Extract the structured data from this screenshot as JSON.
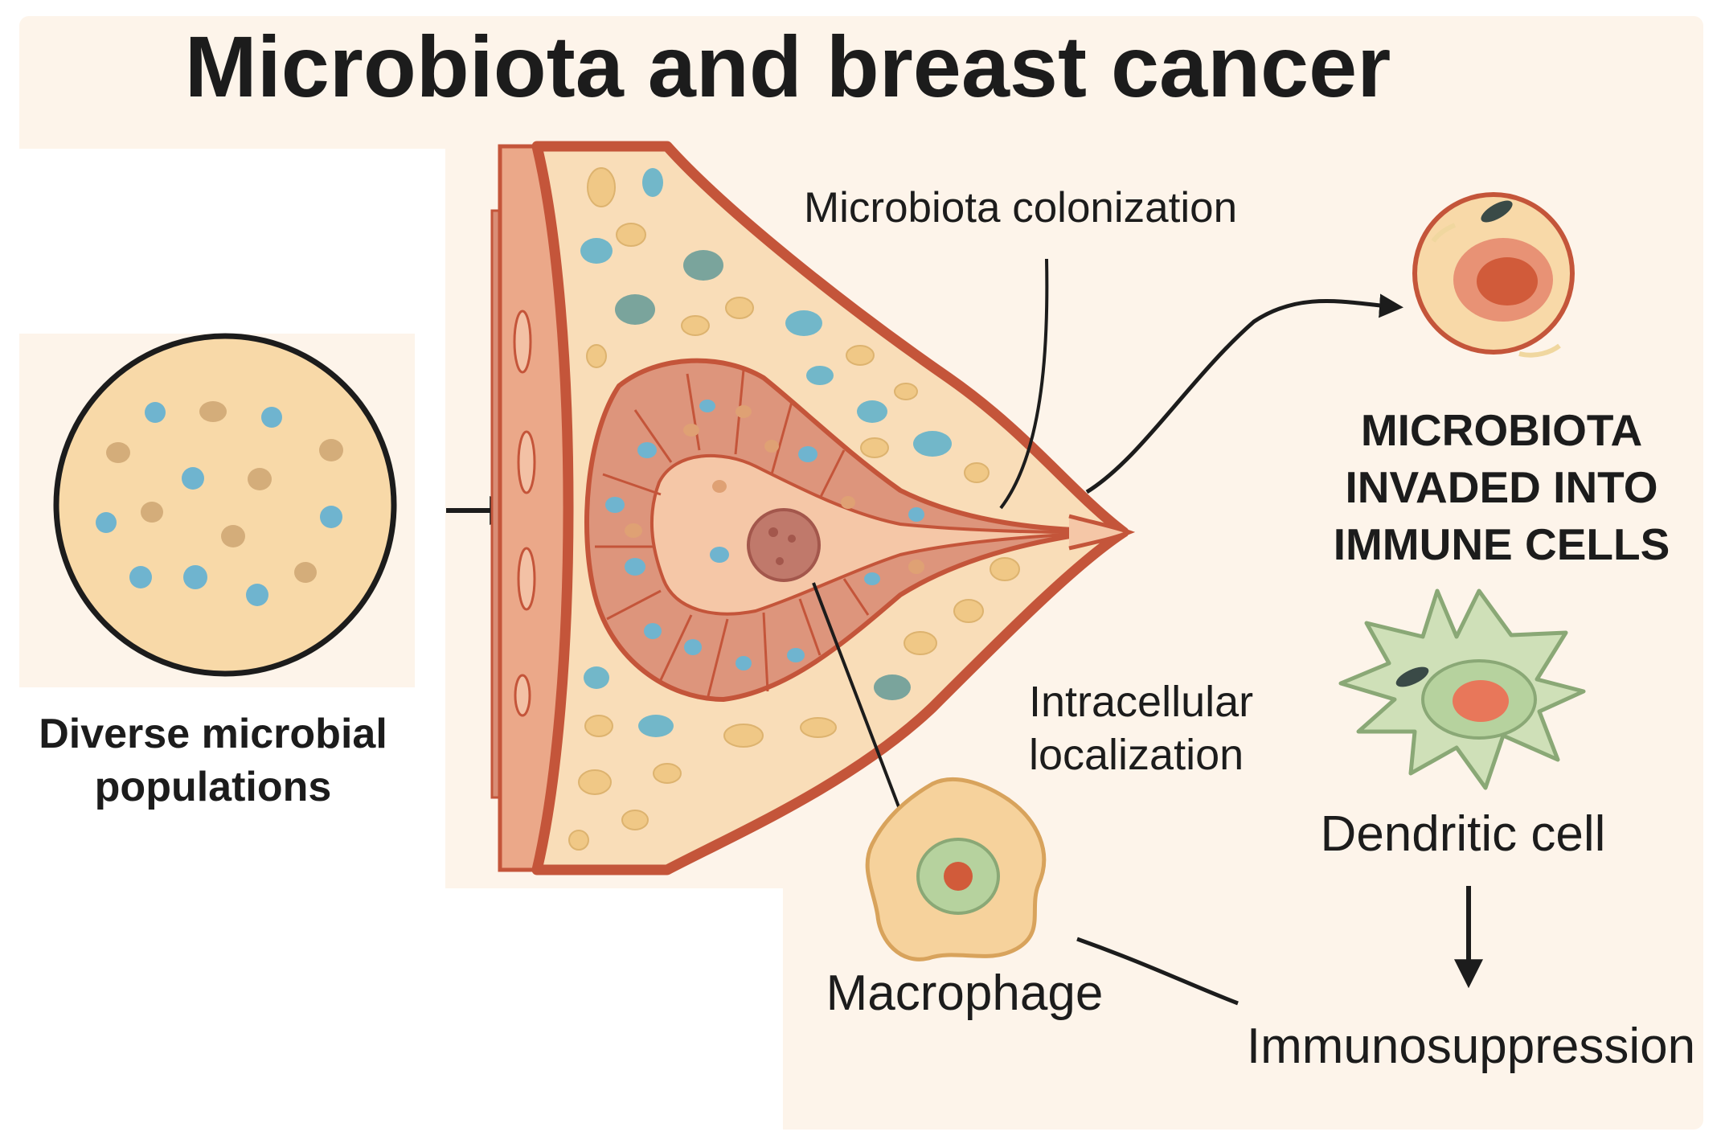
{
  "title": "Microbiota and breast cancer",
  "labels": {
    "diverse_populations": "Diverse microbial populations",
    "colonization": "Microbiota colonization",
    "invaded": "MICROBIOTA INVADED INTO IMMUNE CELLS",
    "intracellular": "Intracellular localization",
    "dendritic_cell": "Dendritic cell",
    "macrophage": "Macrophage",
    "immunosuppression": "Immunosuppression"
  },
  "colors": {
    "background": "#fdf4ea",
    "tissue": "#f9ddb8",
    "outline": "#c4553a",
    "lobule": "#d98e76",
    "bacteria_blue": "#6fb4cf",
    "bacteria_tan": "#d4ad7a",
    "dendritic": "#cfe0b8",
    "macrophage": "#f6d29c",
    "text": "#1c1c1c"
  }
}
